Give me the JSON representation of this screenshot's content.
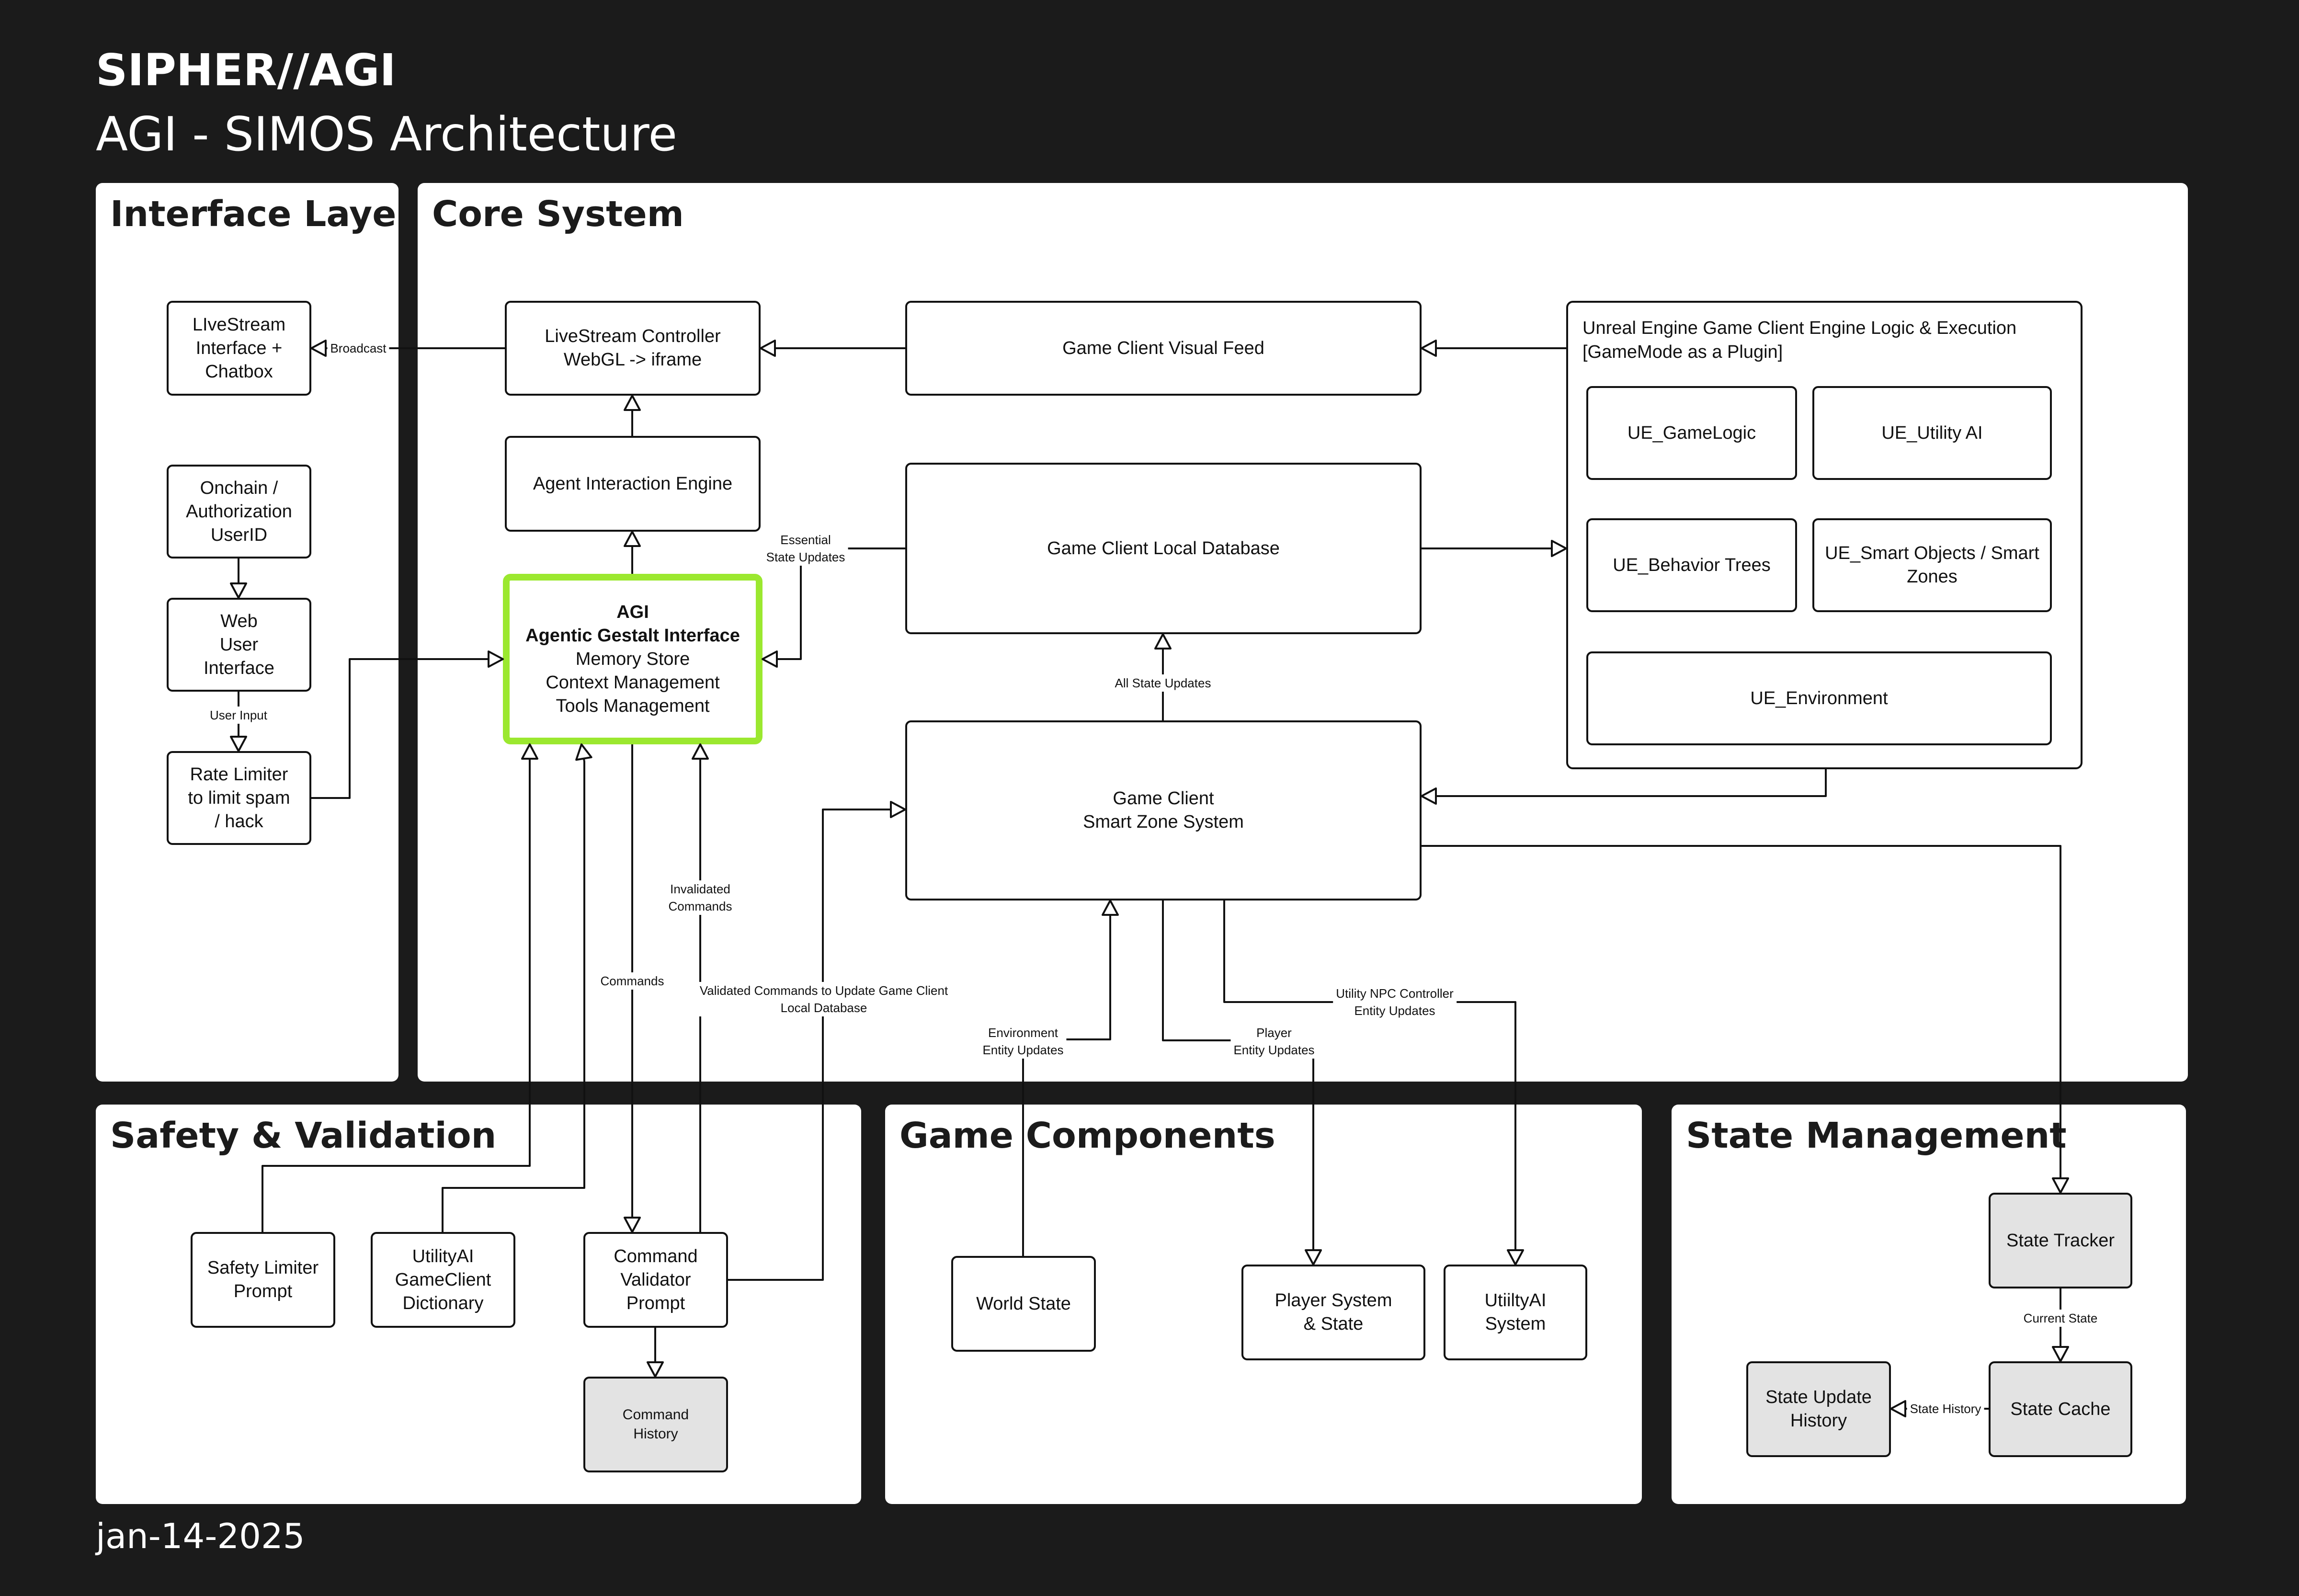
{
  "header": {
    "brand": "SIPHER//AGI",
    "title": "AGI - SIMOS Architecture",
    "date": "jan-14-2025"
  },
  "panels": {
    "interface": "Interface Layer",
    "core": "Core System",
    "safety": "Safety & Validation",
    "game": "Game Components",
    "state": "State Management"
  },
  "nodes": {
    "livestream_ui": [
      "LIveStream",
      "Interface +",
      "Chatbox"
    ],
    "onchain": [
      "Onchain /",
      "Authorization",
      "UserID"
    ],
    "web_ui": [
      "Web",
      "User",
      "Interface"
    ],
    "rate_limiter": [
      "Rate Limiter",
      "to limit spam",
      "/ hack"
    ],
    "livestream_ctrl": [
      "LiveStream Controller",
      "WebGL -> iframe"
    ],
    "agent_engine": [
      "Agent Interaction Engine"
    ],
    "agi": [
      "AGI",
      "Agentic Gestalt Interface",
      "Memory Store",
      "Context Management",
      "Tools Management"
    ],
    "visual_feed": [
      "Game Client Visual Feed"
    ],
    "local_db": [
      "Game Client Local Database"
    ],
    "smart_zone": [
      "Game Client",
      "Smart Zone System"
    ],
    "ue_title": [
      "Unreal Engine Game Client Engine Logic & Execution",
      "[GameMode as a Plugin]"
    ],
    "ue_gamelogic": [
      "UE_GameLogic"
    ],
    "ue_utility": [
      "UE_Utility AI"
    ],
    "ue_bt": [
      "UE_Behavior Trees"
    ],
    "ue_smart": [
      "UE_Smart Objects / Smart",
      "Zones"
    ],
    "ue_env": [
      "UE_Environment"
    ],
    "safety_prompt": [
      "Safety Limiter",
      "Prompt"
    ],
    "utility_dict": [
      "UtilityAI",
      "GameClient",
      "Dictionary"
    ],
    "cmd_validator": [
      "Command",
      "Validator",
      "Prompt"
    ],
    "cmd_history": [
      "Command",
      "History"
    ],
    "world_state": [
      "World State"
    ],
    "player_system": [
      "Player System",
      "& State"
    ],
    "utility_system": [
      "UtiiltyAI",
      "System"
    ],
    "state_tracker": [
      "State Tracker"
    ],
    "state_cache": [
      "State Cache"
    ],
    "state_history": [
      "State Update",
      "History"
    ]
  },
  "labels": {
    "broadcast": [
      "Broadcast"
    ],
    "user_input": [
      "User Input"
    ],
    "essential": [
      "Essential",
      "State Updates"
    ],
    "all_updates": [
      "All State Updates"
    ],
    "commands": [
      "Commands"
    ],
    "invalidated": [
      "Invalidated",
      "Commands"
    ],
    "validated": [
      "Validated Commands to Update Game Client",
      "Local Database"
    ],
    "env_updates": [
      "Environment",
      "Entity Updates"
    ],
    "player_updates": [
      "Player",
      "Entity Updates"
    ],
    "npc_updates": [
      "Utility NPC Controller",
      "Entity Updates"
    ],
    "current_state": [
      "Current State"
    ],
    "state_history_lbl": [
      "State History"
    ]
  },
  "colors": {
    "background": "#1b1b1b",
    "panel": "#ffffff",
    "agi_highlight": "#9be82f",
    "history_fill": "#e3e3e3"
  }
}
